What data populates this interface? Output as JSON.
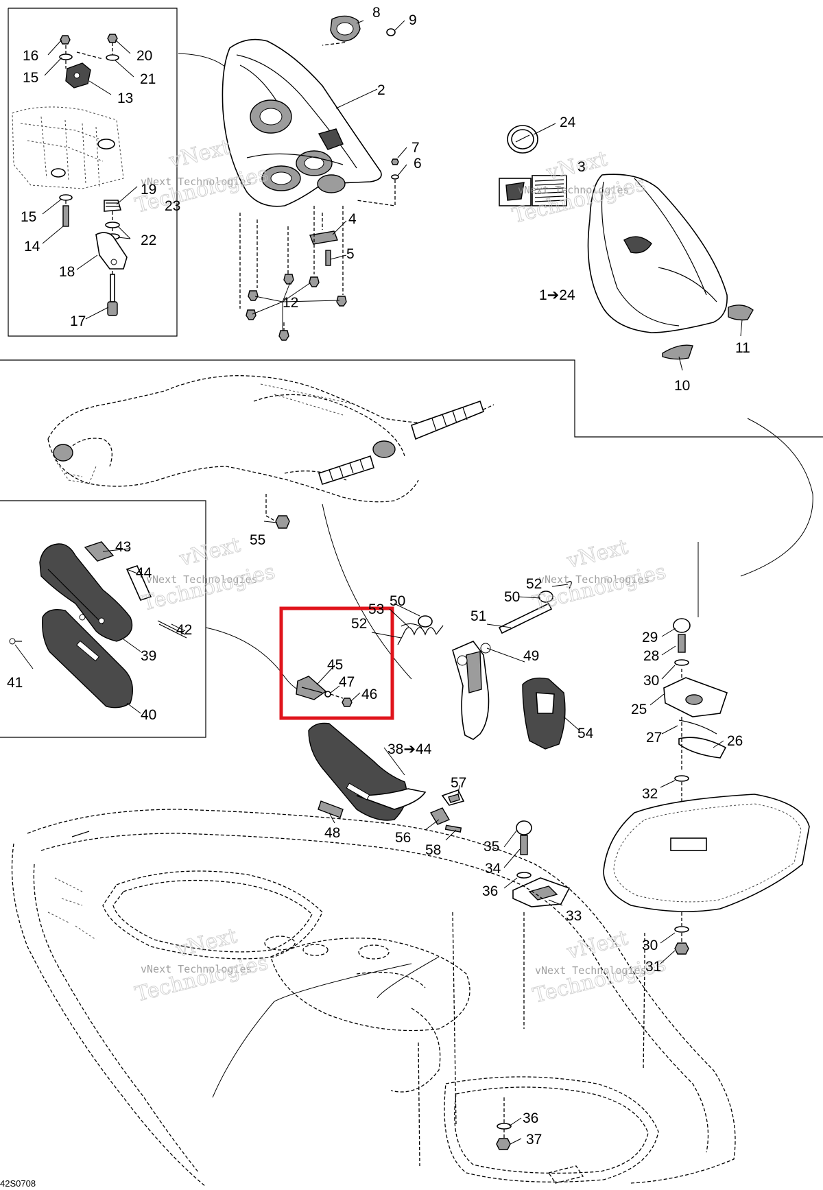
{
  "diagram_code": "42S0708",
  "watermark": {
    "line1": "vNext Technologies",
    "line2": "vNext",
    "line3": "Technologies"
  },
  "highlight_color": "#e0141c",
  "callouts": {
    "c1": "1➔24",
    "c2": "2",
    "c3": "3",
    "c4": "4",
    "c5": "5",
    "c6": "6",
    "c7": "7",
    "c8": "8",
    "c9": "9",
    "c10": "10",
    "c11": "11",
    "c12": "12",
    "c13": "13",
    "c14": "14",
    "c15a": "15",
    "c15b": "15",
    "c16": "16",
    "c17": "17",
    "c18": "18",
    "c19": "19",
    "c20": "20",
    "c21": "21",
    "c22": "22",
    "c23": "23",
    "c24": "24",
    "c25": "25",
    "c26": "26",
    "c27": "27",
    "c28": "28",
    "c29": "29",
    "c30a": "30",
    "c30b": "30",
    "c31": "31",
    "c32": "32",
    "c33": "33",
    "c34": "34",
    "c35": "35",
    "c36a": "36",
    "c36b": "36",
    "c37": "37",
    "c38": "38➔44",
    "c39": "39",
    "c40": "40",
    "c41": "41",
    "c42": "42",
    "c43": "43",
    "c44": "44",
    "c45": "45",
    "c46": "46",
    "c47": "47",
    "c48": "48",
    "c49": "49",
    "c50a": "50",
    "c50b": "50",
    "c51": "51",
    "c52a": "52",
    "c52b": "52",
    "c53": "53",
    "c54": "54",
    "c55": "55",
    "c56": "56",
    "c57": "57",
    "c58": "58"
  }
}
